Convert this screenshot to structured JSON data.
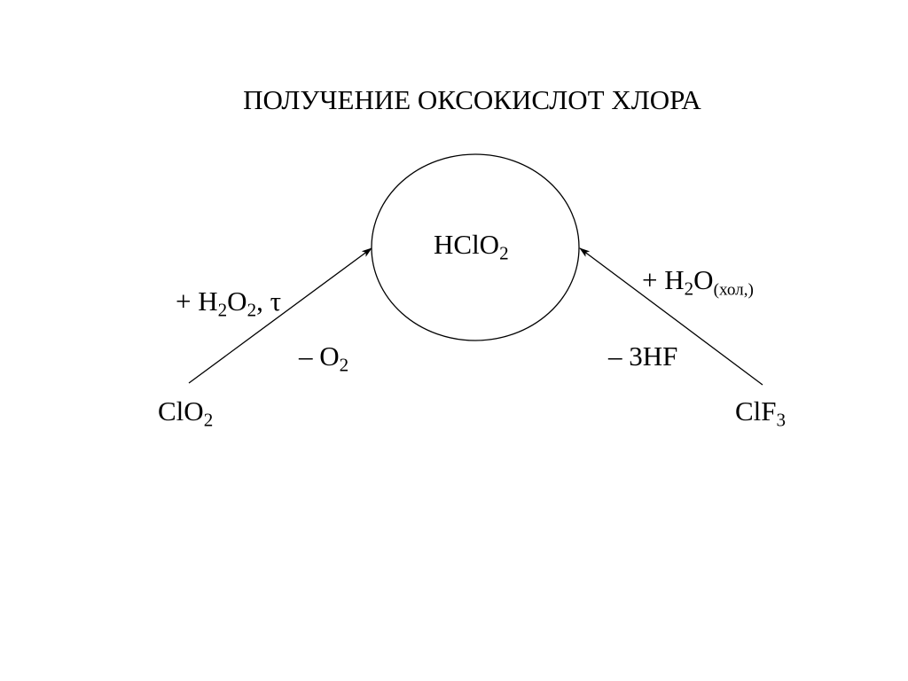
{
  "title": "ПОЛУЧЕНИЕ ОКСОКИСЛОТ ХЛОРА",
  "center": {
    "main": "HClO",
    "sub": "2"
  },
  "left_reactant": {
    "main": "ClO",
    "sub": "2"
  },
  "right_reactant": {
    "main": "ClF",
    "sub": "3"
  },
  "left_reagent": {
    "plus": "+",
    "h": "H",
    "h_sub": "2",
    "o": "O",
    "o_sub": "2",
    "tail": ", τ"
  },
  "left_byproduct": {
    "minus": "–",
    "o": "O",
    "o_sub": "2"
  },
  "right_reagent": {
    "plus": "+",
    "h": "H",
    "h_sub": "2",
    "o": "O",
    "condition": "(хол,)"
  },
  "right_byproduct": {
    "minus": "–",
    "text": "3HF"
  },
  "colors": {
    "ink": "#000000",
    "background": "#ffffff"
  }
}
